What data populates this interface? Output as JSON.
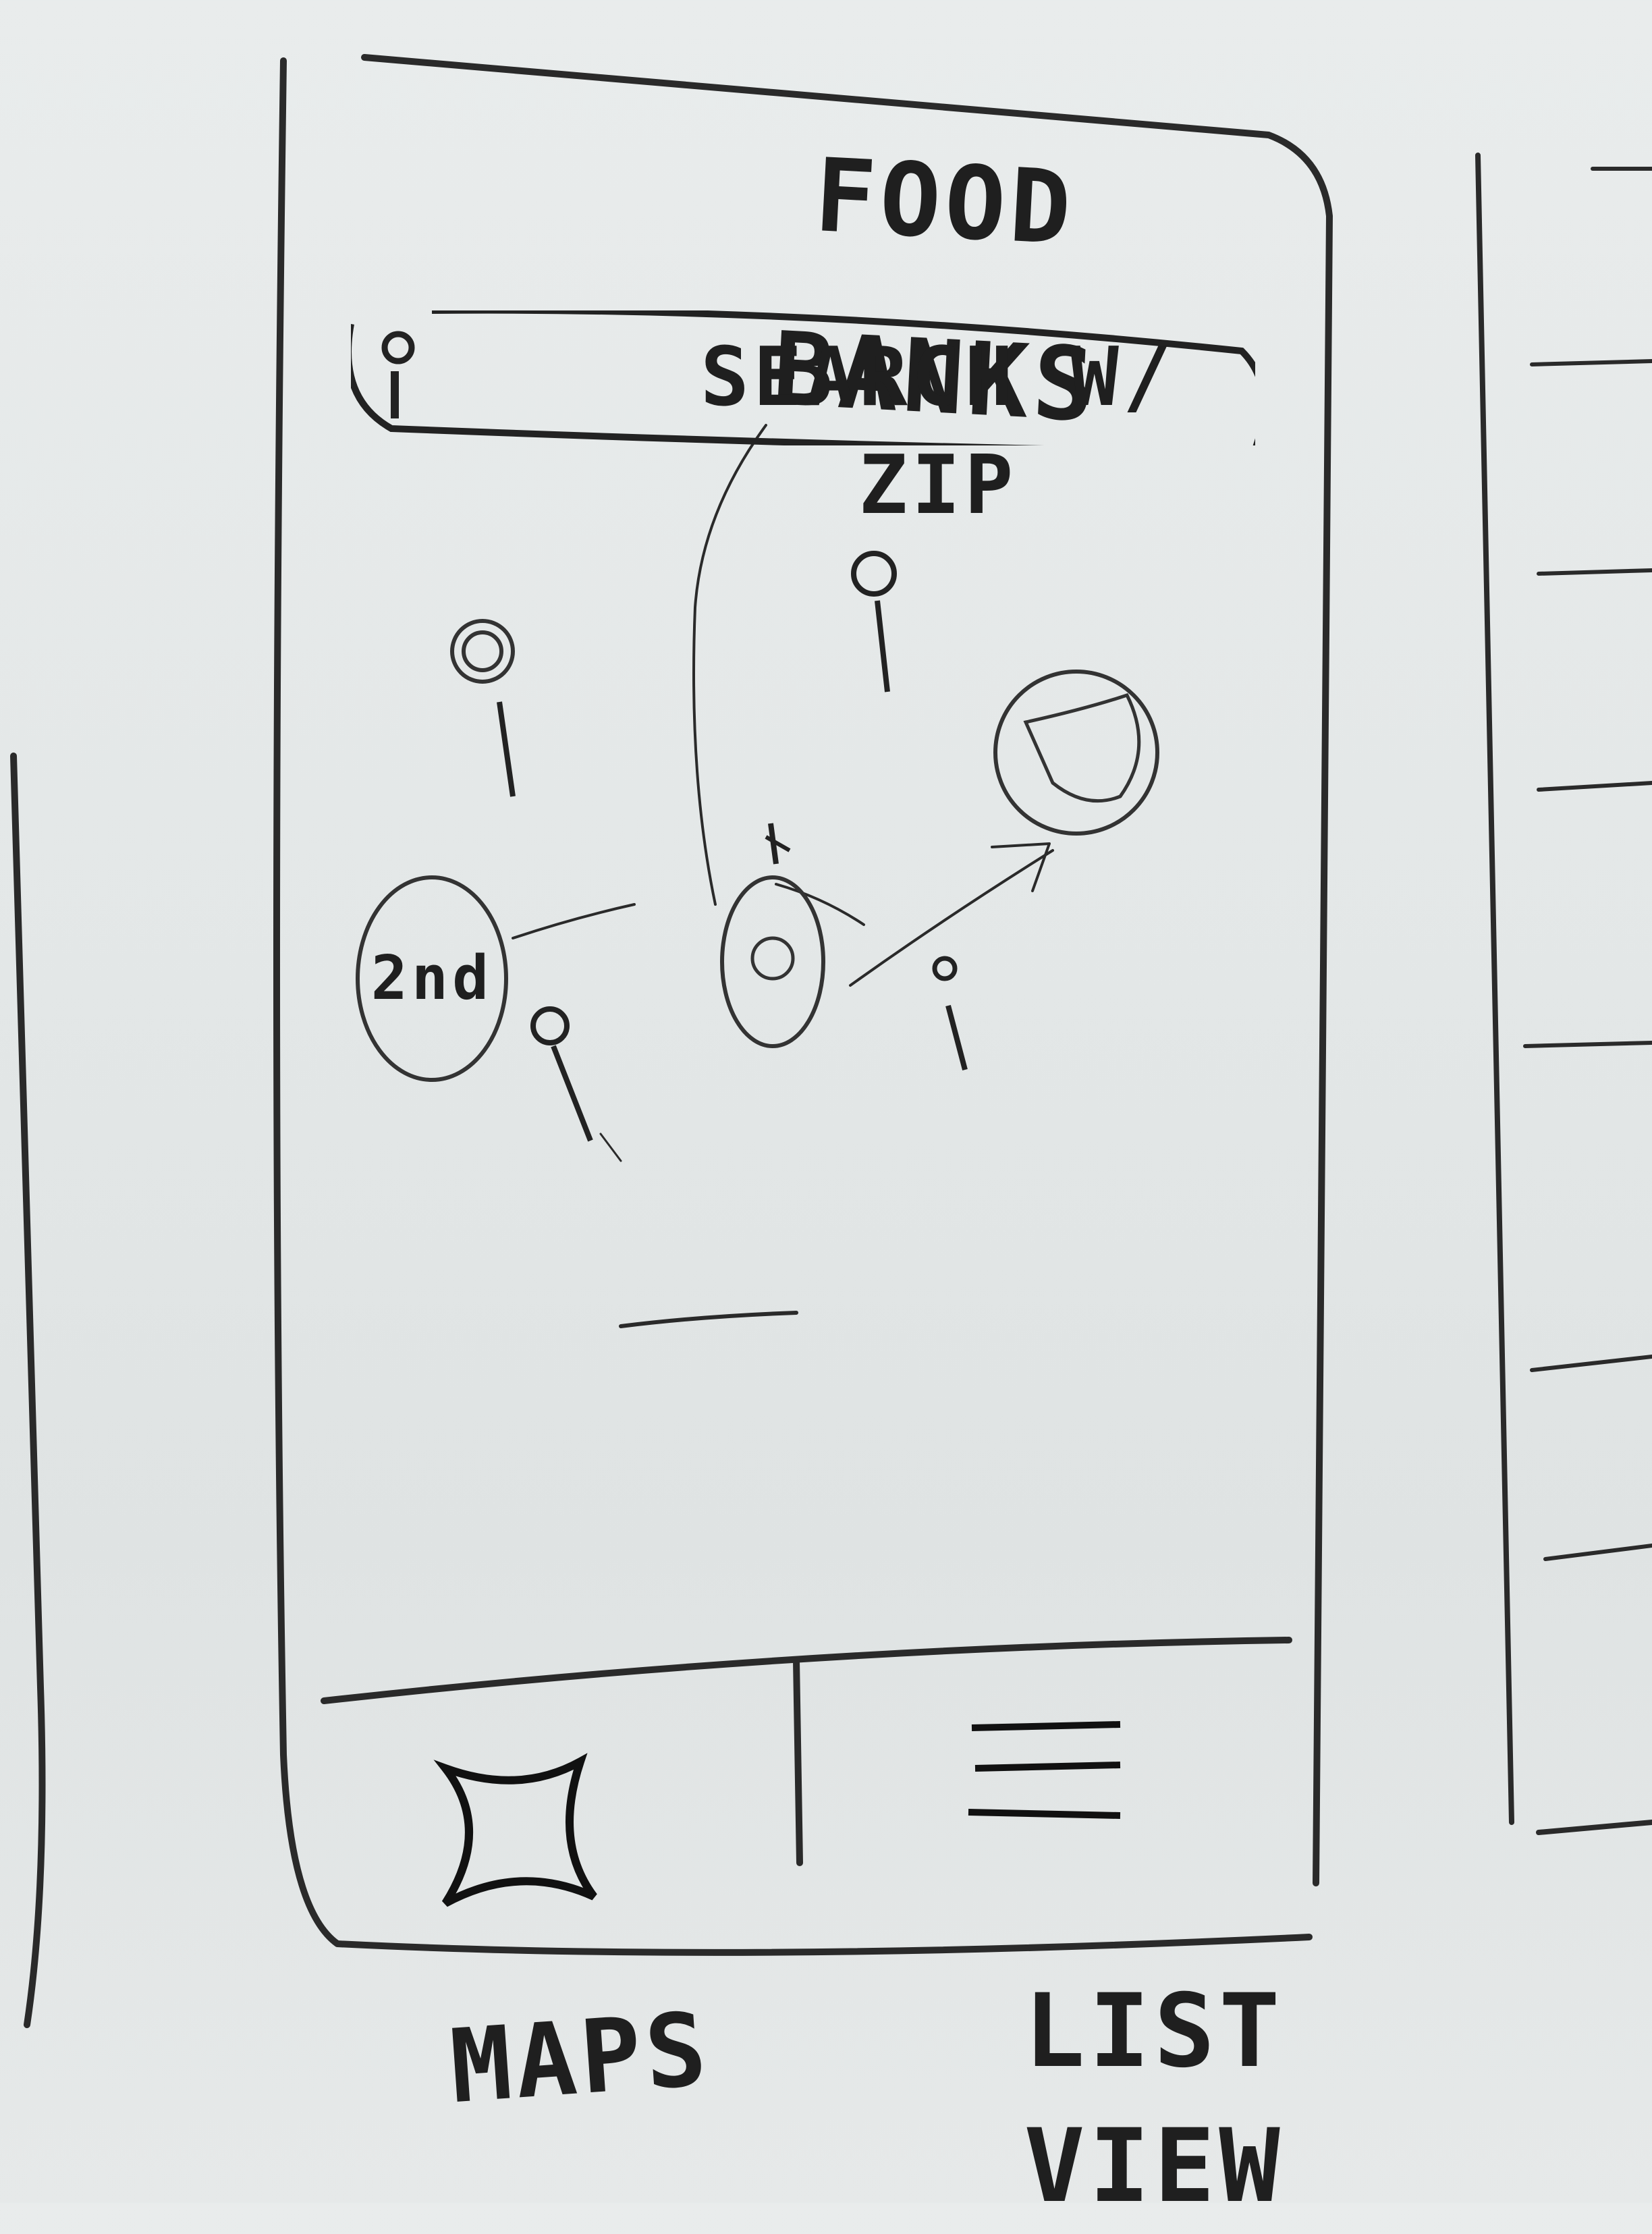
{
  "app": {
    "title": "FOOD BANKS"
  },
  "search": {
    "placeholder": "SEARCH W/ ZIP"
  },
  "map": {
    "cluster_label": "2nd",
    "icons": [
      "map-pin-icon",
      "current-location-icon",
      "selected-area-icon"
    ]
  },
  "tabs": [
    {
      "label": "MAPS",
      "icon": "map-icon"
    },
    {
      "label": "LIST VIEW",
      "icon": "list-icon"
    }
  ],
  "colors": {
    "ink": "#1f1f1f",
    "board": "#e6e9e9"
  }
}
